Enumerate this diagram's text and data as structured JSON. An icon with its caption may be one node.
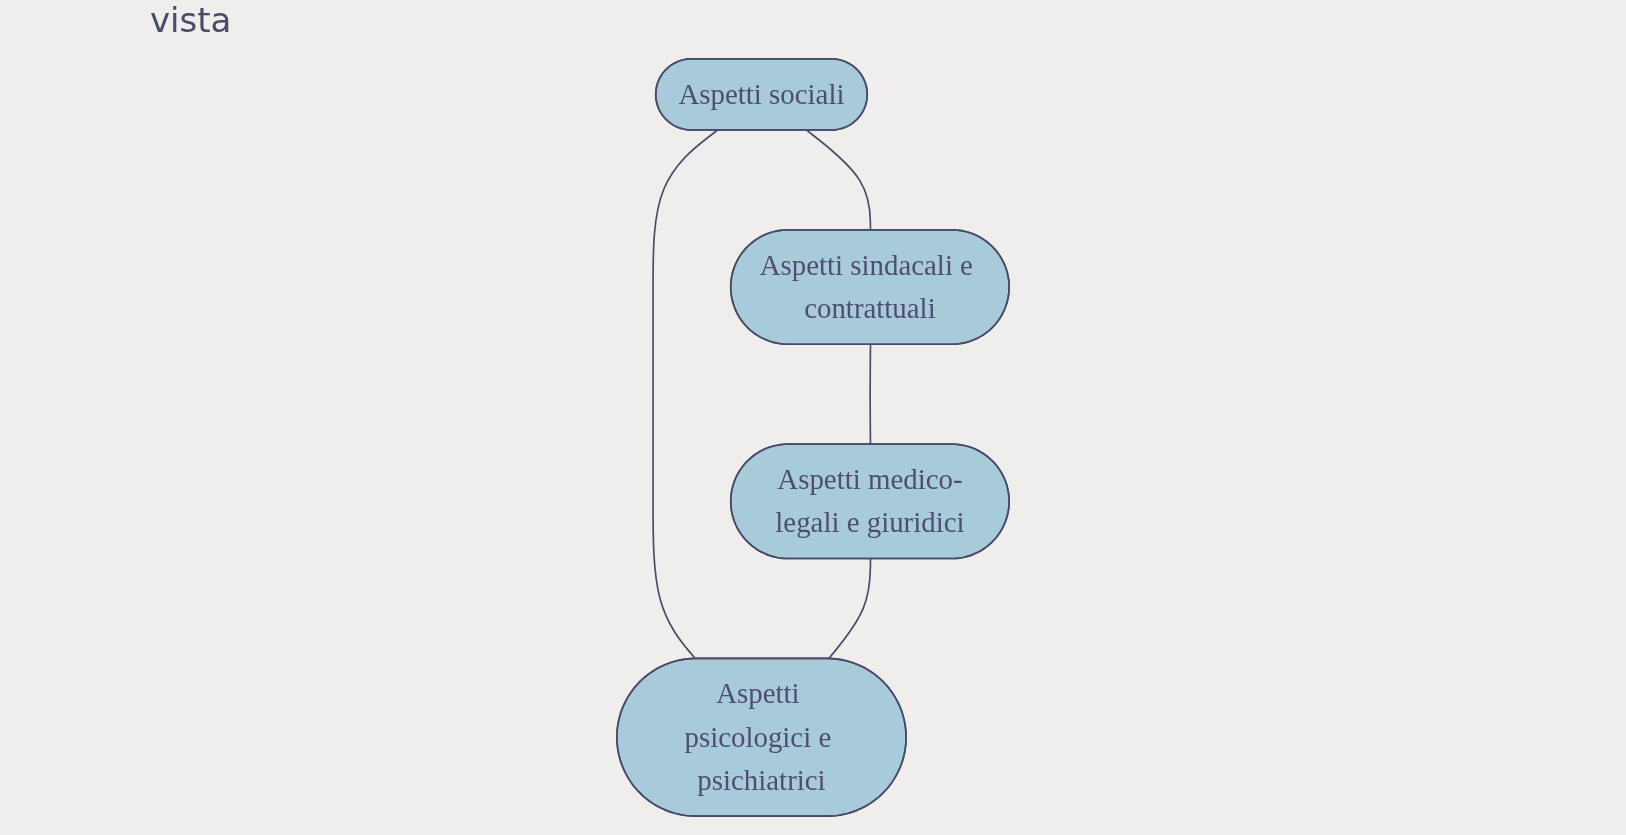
{
  "diagram": {
    "nodes": [
      {
        "text": [
          "Aspetti sociali"
        ]
      },
      {
        "text": [
          "Aspetti psicologici e psichiatrici"
        ]
      },
      {
        "text": [
          "Aspetti sindacali e contrattuali"
        ]
      },
      {
        "text": [
          "Aspetti medico-legali e giuridici"
        ]
      }
    ],
    "edges": [
      {
        "from": 0,
        "to": 1,
        "arrow": "none"
      },
      {
        "from": 0,
        "to": 2,
        "arrow": "none"
      },
      {
        "from": 2,
        "to": 3,
        "arrow": "none"
      },
      {
        "from": 3,
        "to": 1,
        "arrow": "none"
      }
    ],
    "labels": [
      "vista"
    ]
  }
}
